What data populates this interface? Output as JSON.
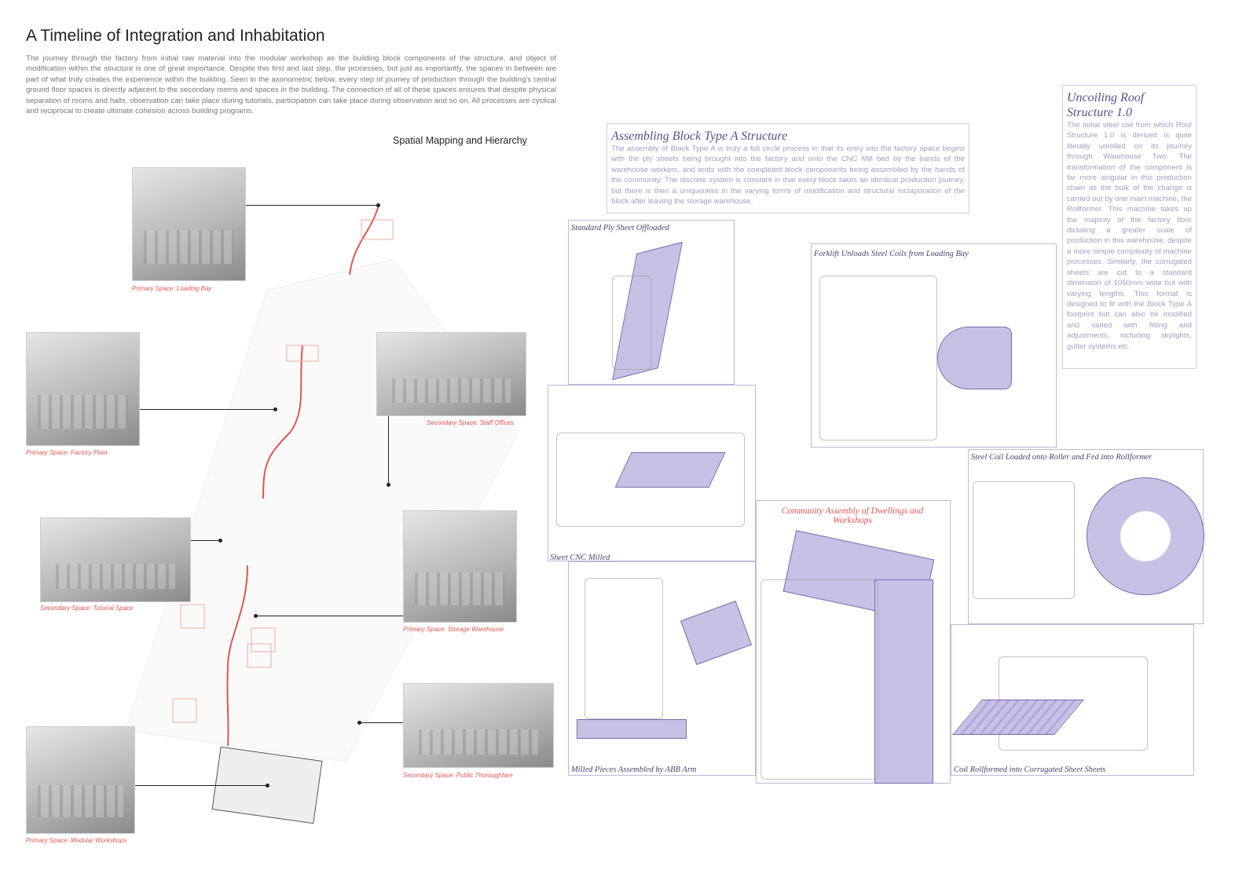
{
  "title": "A Timeline of Integration and Inhabitation",
  "intro": "The journey through the factory from initial raw material into the modular workshop as the building block components of the structure, and object of modification within the structure is one of great importance. Despite this first and last step, the processes, but just as importantly, the spaces in between are part of what truly creates the experience within the building. Seen in the axonometric below, every step of journey of production through the building's central ground floor spaces is directly adjacent to the secondary rooms and spaces in the building. The connection of all of these spaces ensures that despite physical separation of rooms and halls, observation can take place during tutorials, participation can take place during observation and so on. All processes are cyclical and reciprocal to create ultimate cohesion across building programs.",
  "subtitle": "Spatial Mapping and Hierarchy",
  "spaces": [
    {
      "caption": "Primary Space: Loading Bay"
    },
    {
      "caption": "Primary Space: Factory Floor"
    },
    {
      "caption": "Secondary Space: Staff Offices"
    },
    {
      "caption": "Secondary Space: Tutorial Space"
    },
    {
      "caption": "Primary Space: Storage Warehouse"
    },
    {
      "caption": "Secondary Space: Public Thoroughfare"
    },
    {
      "caption": "Primary Space: Modular Workshops"
    }
  ],
  "block": {
    "heading": "Assembling Block Type A Structure",
    "body": "The assembly of Block Type A is truly a full circle process in that its entry into the factory space begins with the ply sheets being brought into the factory and onto the CNC Mill bed by the hands of the warehouse workers, and ends with the completed block components being assembled by the hands of the community. The discrete system is constant in that every block takes an identical production journey, but there is then a uniqueness in the varying forms of modification and structural incorporation of the block after leaving the storage warehouse."
  },
  "roof": {
    "heading": "Uncoiling Roof Structure 1.0",
    "body": "The initial steel coil from which Roof Structure 1.0 is derived is quite literally unrolled on its journey through Warehouse Two. The transformation of the component is far more singular in this production chain as the bulk of the change is carried out by one main machine, the Rollformer. This machine takes up the majority of the factory floor dictating a greater scale of production in this warehouse, despite a more simple complexity of machine processes. Similarly, the corrugated sheets are cut to a standard dimension of 1050mm wide but with varying lengths. This format is designed to fit with the Block Type A footprint but can also be modified and varied with fitting and adjustments, including skylights, gutter systems etc."
  },
  "panels": [
    "Standard Ply Sheet Offloaded",
    "Sheet CNC Milled",
    "Forklift Unloads Steel Coils from Loading Bay",
    "Steel Coil Loaded onto Roller and Fed into Rollformer",
    "Community Assembly of Dwellings and Workshops",
    "Milled Pieces Assembled by ABB Arm",
    "Coil Rollformed into Corrugated Sheet Sheets"
  ],
  "colors": {
    "accent_red": "#e2564f",
    "accent_purple": "#5a4f8e",
    "fill_purple": "#c9c0e6"
  }
}
